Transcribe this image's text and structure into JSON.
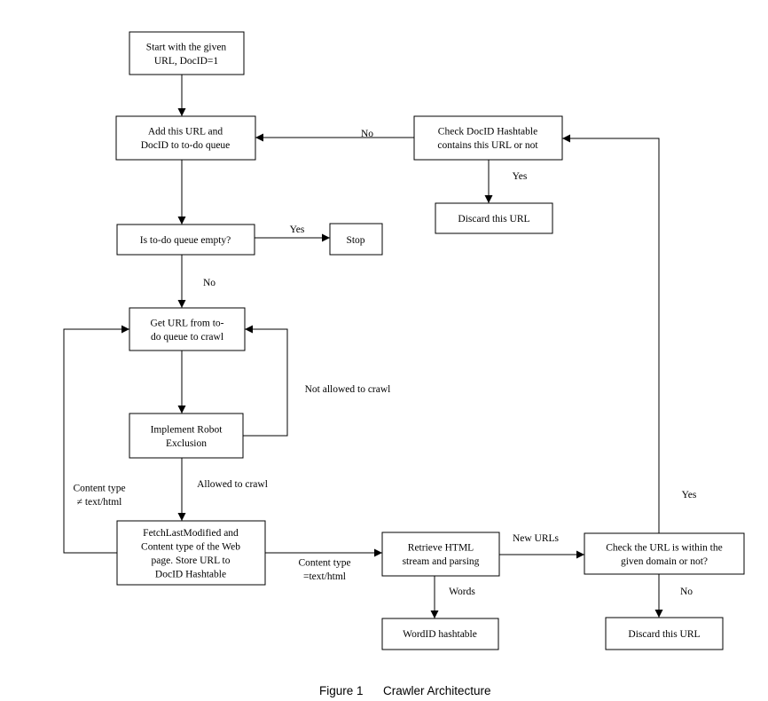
{
  "nodes": {
    "start": [
      "Start with the given",
      "URL, DocID=1"
    ],
    "add_url": [
      "Add this URL and",
      "DocID to to-do queue"
    ],
    "check_docid": [
      "Check DocID Hashtable",
      "contains this URL or not"
    ],
    "discard_top": [
      "Discard this URL"
    ],
    "queue_empty": [
      "Is to-do queue empty?"
    ],
    "stop": [
      "Stop"
    ],
    "get_url": [
      "Get URL from to-",
      "do queue to crawl"
    ],
    "robot": [
      "Implement Robot",
      "Exclusion"
    ],
    "fetch": [
      "FetchLastModified and",
      "Content type of the Web",
      "page. Store URL to",
      "DocID Hashtable"
    ],
    "retrieve": [
      "Retrieve HTML",
      "stream and parsing"
    ],
    "check_domain": [
      "Check the URL is within the",
      "given domain or not?"
    ],
    "wordid": [
      "WordID hashtable"
    ],
    "discard_bottom": [
      "Discard this URL"
    ]
  },
  "edge_labels": {
    "check_no": [
      "No"
    ],
    "check_yes": [
      "Yes"
    ],
    "queue_yes": [
      "Yes"
    ],
    "queue_no": [
      "No"
    ],
    "not_allowed": [
      "Not allowed to crawl"
    ],
    "allowed": [
      "Allowed to crawl"
    ],
    "content_not_html": [
      "Content type",
      "≠ text/html"
    ],
    "content_html": [
      "Content type",
      "=text/html"
    ],
    "new_urls": [
      "New URLs"
    ],
    "words": [
      "Words"
    ],
    "domain_yes": [
      "Yes"
    ],
    "domain_no": [
      "No"
    ]
  },
  "caption": {
    "figure": "Figure 1",
    "title": "Crawler Architecture"
  }
}
